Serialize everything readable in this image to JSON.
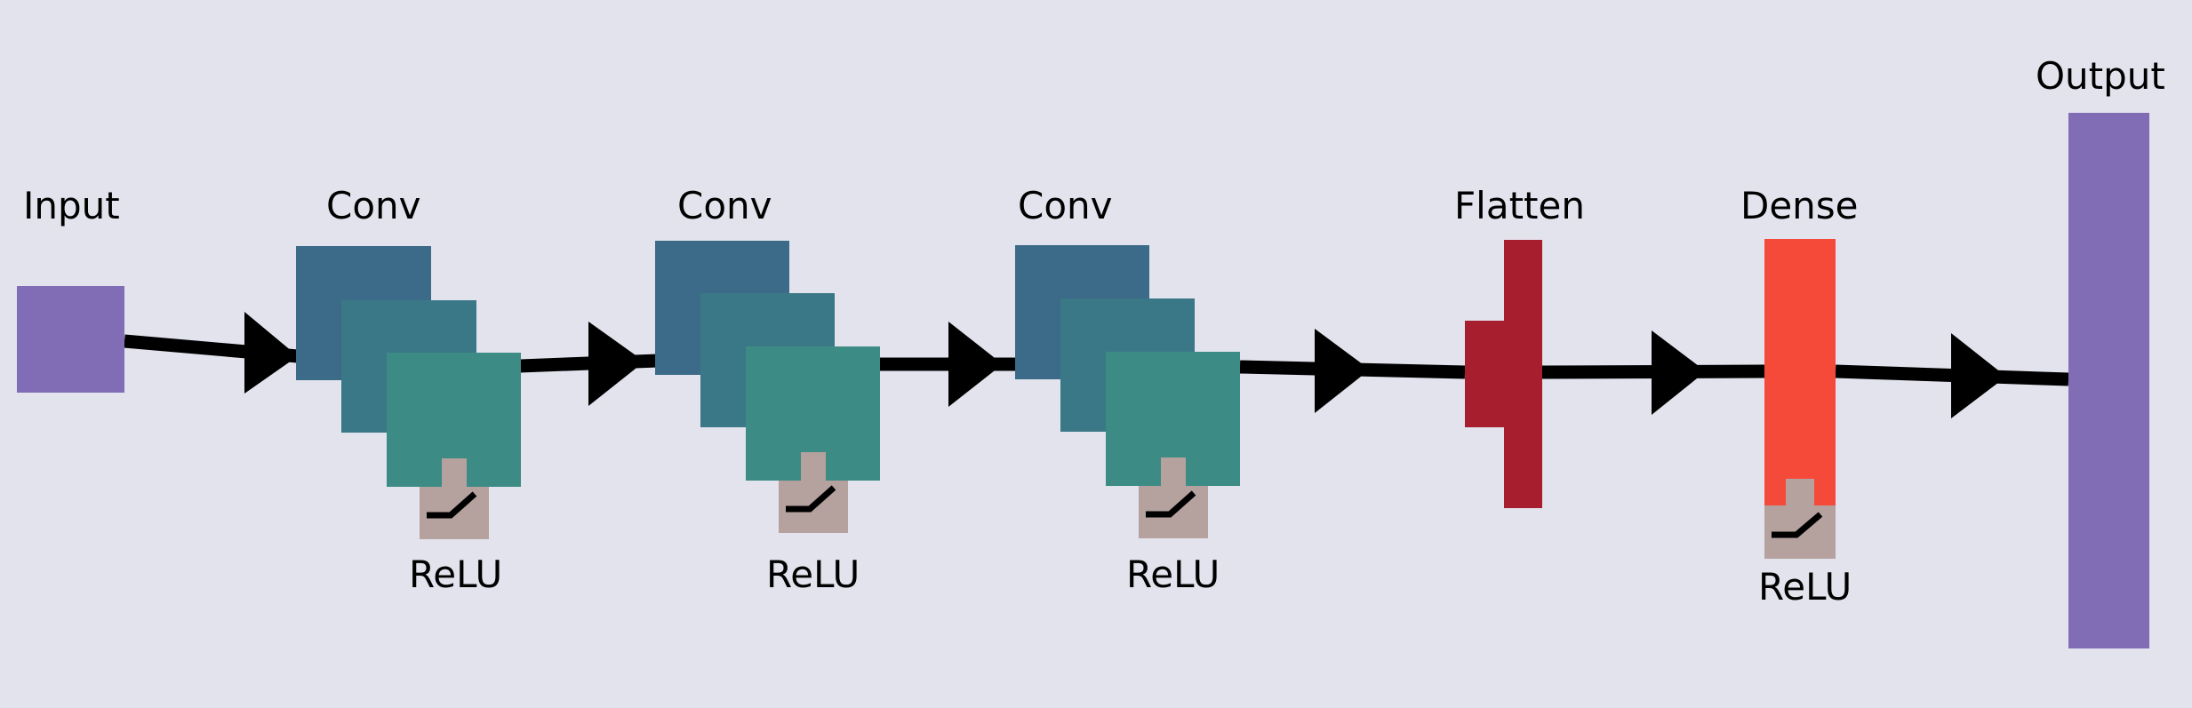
{
  "colors": {
    "background": "#e3e3ee",
    "io": "#816db5",
    "conv_back": "#3c6a89",
    "conv_mid": "#3b7887",
    "conv_front": "#3c8b85",
    "relu": "#b5a29e",
    "flatten": "#a71f2e",
    "dense": "#f54a3a",
    "connector": "#000000"
  },
  "labels": {
    "input": "Input",
    "conv_1": "Conv",
    "conv_2": "Conv",
    "conv_3": "Conv",
    "flatten": "Flatten",
    "dense": "Dense",
    "output": "Output",
    "relu_1": "ReLU",
    "relu_2": "ReLU",
    "relu_3": "ReLU",
    "relu_4": "ReLU"
  },
  "icons": {
    "activation": "relu-curve-icon",
    "connector": "arrowhead-icon"
  }
}
